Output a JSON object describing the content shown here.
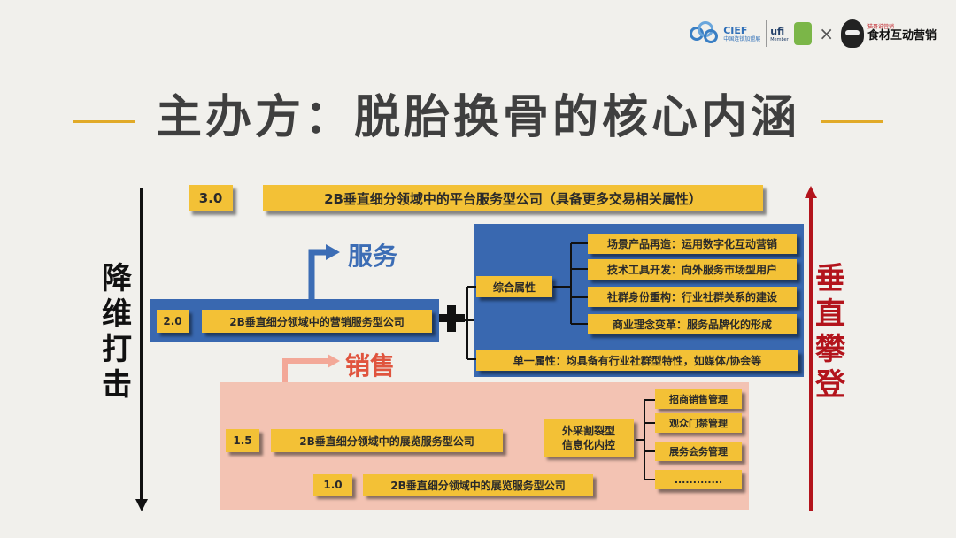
{
  "header": {
    "cief": {
      "name": "CIEF",
      "sub": "中国连锁加盟展"
    },
    "ufi": {
      "name": "ufi",
      "sub": "Member"
    },
    "separator": "×",
    "brand": {
      "small": "猫哥说营销",
      "main": "食材互动营销"
    }
  },
  "title": "主办方：脱胎换骨的核心内涵",
  "axes": {
    "left_label": "降维打击",
    "right_label": "垂直攀登"
  },
  "levels": {
    "l30": {
      "num": "3.0",
      "text": "2B垂直细分领域中的平台服务型公司（具备更多交易相关属性）"
    },
    "l20": {
      "num": "2.0",
      "text": "2B垂直细分领域中的营销服务型公司"
    },
    "l15": {
      "num": "1.5",
      "text": "2B垂直细分领域中的展览服务型公司"
    },
    "l10": {
      "num": "1.0",
      "text": "2B垂直细分领域中的展览服务型公司"
    }
  },
  "branches": {
    "service": "服务",
    "sales": "销售"
  },
  "blue_panel": {
    "composite_label": "综合属性",
    "items": [
      "场景产品再造：运用数字化互动营销",
      "技术工具开发：向外服务市场型用户",
      "社群身份重构：行业社群关系的建设",
      "商业理念变革：服务品牌化的形成"
    ],
    "single_attr": "单一属性：均具备有行业社群型特性，如媒体/协会等"
  },
  "pink_panel": {
    "outsource_line1": "外采割裂型",
    "outsource_line2": "信息化内控",
    "items": [
      "招商销售管理",
      "观众门禁管理",
      "展务会务管理",
      "............."
    ]
  },
  "colors": {
    "accent_yellow": "#f3c136",
    "panel_blue": "#3968b0",
    "panel_pink": "#f3c3b3",
    "service_blue": "#3c6db5",
    "sales_red": "#e0543e",
    "axis_red": "#b3141c",
    "title_line": "#e1aa28"
  }
}
